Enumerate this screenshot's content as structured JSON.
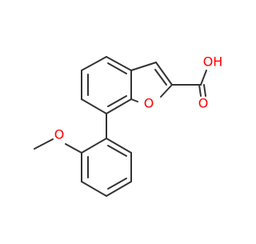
{
  "molecule": {
    "atoms": {
      "O_furan": "O",
      "O_carbonyl": "O",
      "OH": "OH",
      "O_methoxy": "O"
    },
    "colors": {
      "bond": "#333333",
      "oxygen": "#ff0000",
      "background": "#ffffff"
    }
  }
}
